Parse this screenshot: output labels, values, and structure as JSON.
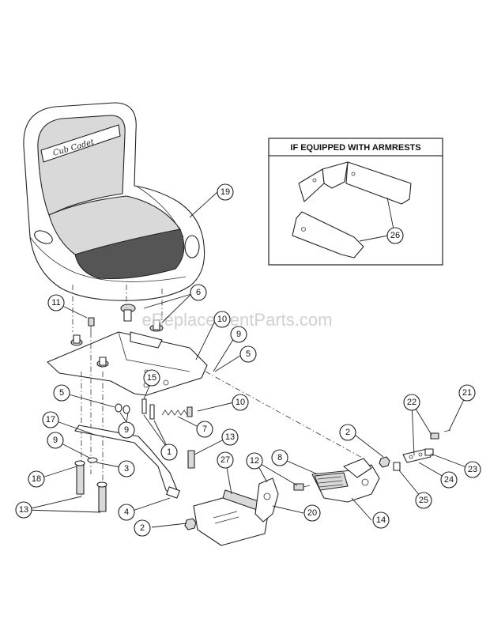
{
  "inset": {
    "title": "IF EQUIPPED WITH ARMRESTS"
  },
  "watermark": "eReplacementParts.com",
  "seat_logo": "Cub Cadet",
  "callouts": [
    {
      "id": "19"
    },
    {
      "id": "26"
    },
    {
      "id": "6"
    },
    {
      "id": "11"
    },
    {
      "id": "10"
    },
    {
      "id": "9"
    },
    {
      "id": "5"
    },
    {
      "id": "15"
    },
    {
      "id": "5"
    },
    {
      "id": "10"
    },
    {
      "id": "17"
    },
    {
      "id": "9"
    },
    {
      "id": "1"
    },
    {
      "id": "7"
    },
    {
      "id": "13"
    },
    {
      "id": "9"
    },
    {
      "id": "3"
    },
    {
      "id": "18"
    },
    {
      "id": "13"
    },
    {
      "id": "4"
    },
    {
      "id": "2"
    },
    {
      "id": "27"
    },
    {
      "id": "12"
    },
    {
      "id": "8"
    },
    {
      "id": "20"
    },
    {
      "id": "14"
    },
    {
      "id": "2"
    },
    {
      "id": "22"
    },
    {
      "id": "21"
    },
    {
      "id": "23"
    },
    {
      "id": "24"
    },
    {
      "id": "25"
    }
  ]
}
